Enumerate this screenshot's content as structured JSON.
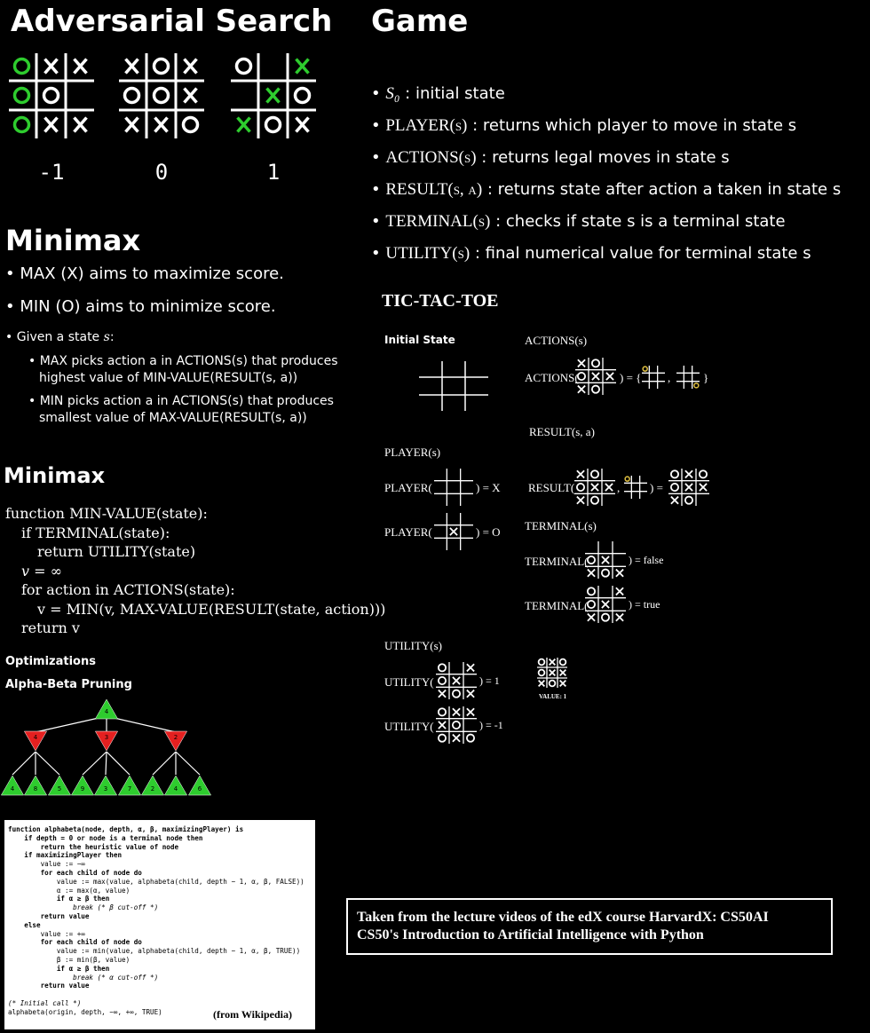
{
  "titles": {
    "adversarial": "Adversarial Search",
    "game": "Game",
    "minimax1": "Minimax",
    "minimax2": "Minimax",
    "optimizations": "Optimizations",
    "alpha_beta": "Alpha-Beta Pruning",
    "tictactoe": "TIC-TAC-TOE"
  },
  "boards_top": [
    {
      "cells": [
        "O",
        "X",
        "X",
        "O",
        "O",
        "",
        "O",
        "X",
        "X"
      ],
      "value": "-1"
    },
    {
      "cells": [
        "X",
        "O",
        "X",
        "O",
        "O",
        "X",
        "X",
        "X",
        "O"
      ],
      "value": "0"
    },
    {
      "cells": [
        "O",
        "",
        "X",
        "",
        "X",
        "O",
        "X",
        "O",
        "X"
      ],
      "value": "1"
    }
  ],
  "colors": {
    "green": "#2ecc2e",
    "red": "#e52020",
    "gold": "#e0c040"
  },
  "minimax_bullets": [
    "MAX (X) aims to maximize score.",
    "MIN (O) aims to minimize score."
  ],
  "given_state": "Given a state",
  "given_var": "s",
  "sub_bullets": [
    {
      "l1": "MAX picks action a in ACTIONS(s) that produces",
      "l2": "highest value of MIN-VALUE(RESULT(s, a))"
    },
    {
      "l1": "MIN picks action a in ACTIONS(s) that produces",
      "l2": "smallest value of MAX-VALUE(RESULT(s, a))"
    }
  ],
  "pseudo": [
    "function MIN-VALUE(state):",
    "if TERMINAL(state):",
    "return UTILITY(state)",
    "v = ∞",
    "for action in ACTIONS(state):",
    "v = MIN(v, MAX-VALUE(RESULT(state, action)))",
    "return v"
  ],
  "game_items": [
    {
      "fn": "S₀",
      "desc": " : initial state"
    },
    {
      "fn": "PLAYER(s)",
      "desc": " : returns which player to move in state s"
    },
    {
      "fn": "ACTIONS(s)",
      "desc": " : returns legal moves in state s"
    },
    {
      "fn": "RESULT(s, a)",
      "desc": " : returns state after action a taken in state s"
    },
    {
      "fn": "TERMINAL(s)",
      "desc": " : checks if state s is a terminal state"
    },
    {
      "fn": "UTILITY(s)",
      "desc": " : final numerical value for terminal state s"
    }
  ],
  "ttt": {
    "initial_state": "Initial State",
    "actions_title": "ACTIONS(s)",
    "actions_label": "ACTIONS(",
    "actions_eq": ") = {",
    "actions_comma": ",",
    "actions_close": "}",
    "result_title": "RESULT(s, a)",
    "player_title": "PLAYER(s)",
    "player_label": "PLAYER(",
    "player_eq1": ") = X",
    "player_eq2": ") = O",
    "result_label": "RESULT(",
    "result_comma": ",",
    "result_eq": ") =",
    "terminal_title": "TERMINAL(s)",
    "terminal_label": "TERMINAL(",
    "terminal_false": ") = false",
    "terminal_true": ") = true",
    "utility_title": "UTILITY(s)",
    "utility_label": "UTILITY(",
    "utility_pos": ") = 1",
    "utility_neg": ") = -1",
    "value_caption": "VALUE: 1"
  },
  "tree": {
    "root": "4",
    "mid": [
      "4",
      "3",
      "2"
    ],
    "leaves": [
      "4",
      "8",
      "5",
      "9",
      "3",
      "7",
      "2",
      "4",
      "6"
    ]
  },
  "code": [
    "function alphabeta(node, depth, α, β, maximizingPlayer) is",
    "    if depth = 0 or node is a terminal node then",
    "        return the heuristic value of node",
    "    if maximizingPlayer then",
    "        value := −∞",
    "        for each child of node do",
    "            value := max(value, alphabeta(child, depth − 1, α, β, FALSE))",
    "            α := max(α, value)",
    "            if α ≥ β then",
    "                break (* β cut-off *)",
    "        return value",
    "    else",
    "        value := +∞",
    "        for each child of node do",
    "            value := min(value, alphabeta(child, depth − 1, α, β, TRUE))",
    "            β := min(β, value)",
    "            if α ≥ β then",
    "                break (* α cut-off *)",
    "        return value",
    "",
    "(* Initial call *)",
    "alphabeta(origin, depth, −∞, +∞, TRUE)"
  ],
  "from_wiki": "(from Wikipedia)",
  "credit_l1": "Taken from the lecture videos of the edX course HarvardX: CS50AI",
  "credit_l2": "CS50's Introduction to Artificial Intelligence with Python"
}
